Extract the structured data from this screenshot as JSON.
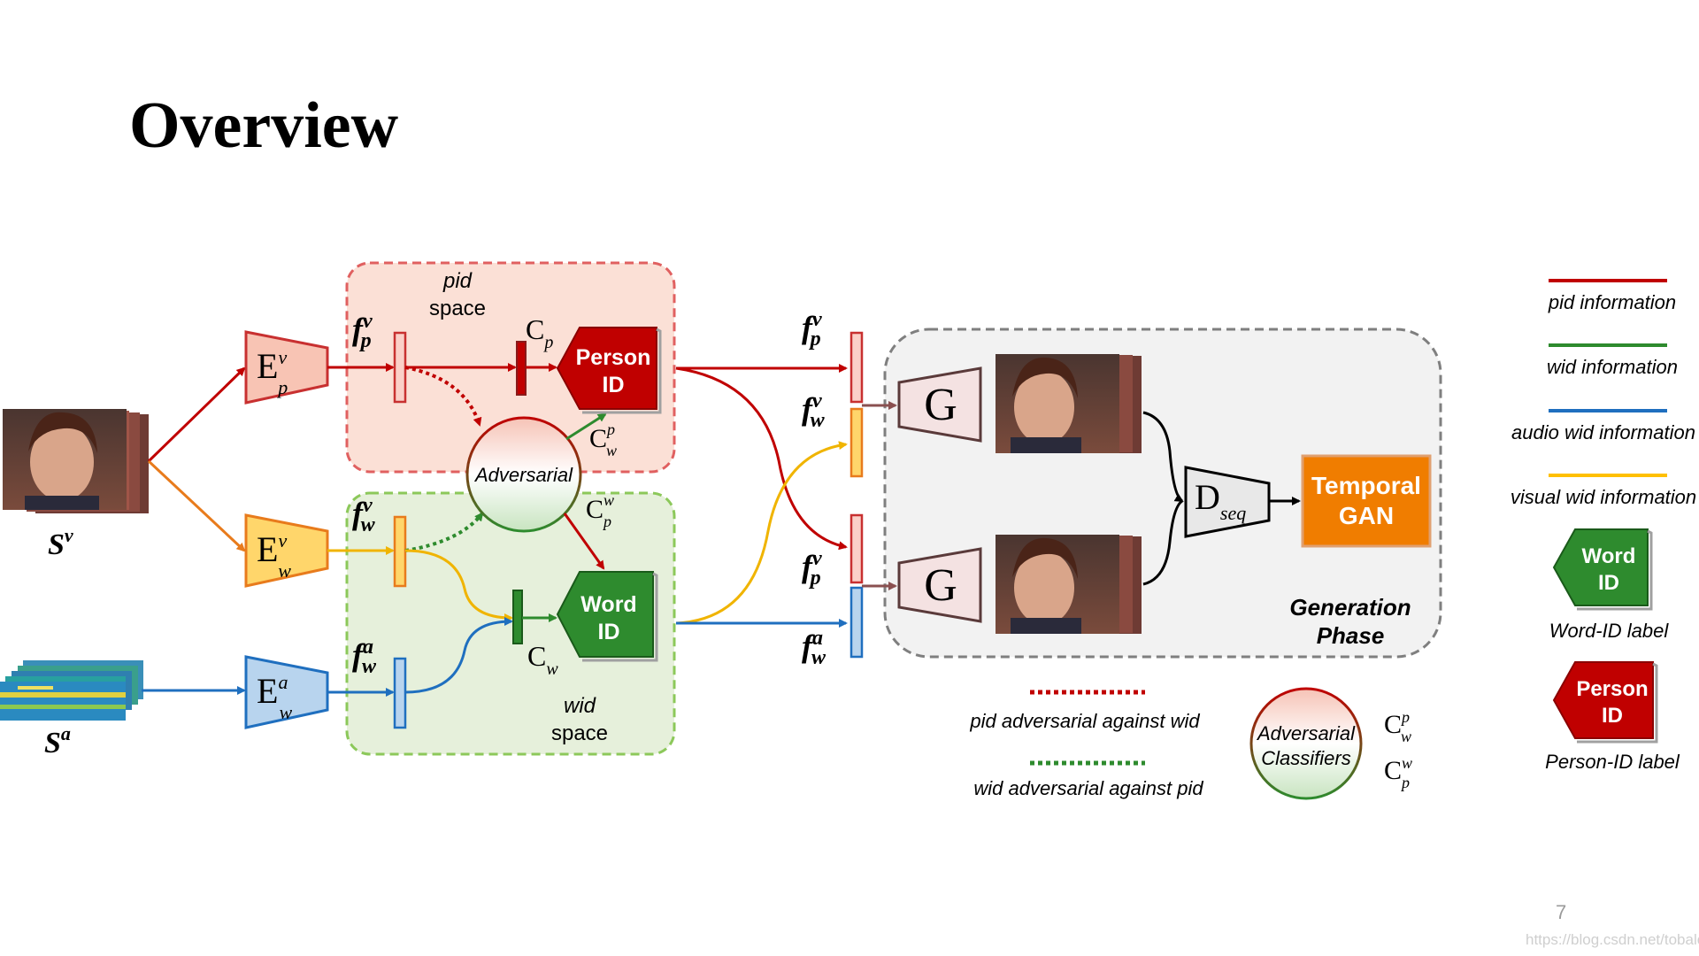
{
  "slide": {
    "title": "Overview",
    "page_number": "7",
    "watermark": "https://blog.csdn.net/tobale"
  },
  "inputs": {
    "video_label": "S",
    "video_label_sup": "v",
    "audio_label": "S",
    "audio_label_sup": "a"
  },
  "encoders": {
    "ep": {
      "main": "E",
      "sup": "v",
      "sub": "p"
    },
    "ewv": {
      "main": "E",
      "sup": "v",
      "sub": "w"
    },
    "ewa": {
      "main": "E",
      "sup": "a",
      "sub": "w"
    }
  },
  "features": {
    "fpv": {
      "main": "f",
      "sub": "p",
      "sup": "v"
    },
    "fwv": {
      "main": "f",
      "sub": "w",
      "sup": "v"
    },
    "fwa": {
      "main": "f",
      "sub": "w",
      "sup": "a"
    }
  },
  "spaces": {
    "pid_line1": "pid",
    "pid_line2": "space",
    "wid_line1": "wid",
    "wid_line2": "space"
  },
  "classifiers": {
    "cp": {
      "main": "C",
      "sub": "p"
    },
    "cw": {
      "main": "C",
      "sub": "w"
    },
    "cwp": {
      "main": "C",
      "sup": "p",
      "sub": "w"
    },
    "cpw": {
      "main": "C",
      "sup": "w",
      "sub": "p"
    }
  },
  "boxes": {
    "person_id_l1": "Person",
    "person_id_l2": "ID",
    "word_id_l1": "Word",
    "word_id_l2": "ID",
    "adversarial": "Adversarial"
  },
  "generation": {
    "g": "G",
    "d_main": "D",
    "d_sub": "seq",
    "temporal_l1": "Temporal",
    "temporal_l2": "GAN",
    "phase_l1": "Generation",
    "phase_l2": "Phase"
  },
  "legend": {
    "pid_info": "pid information",
    "wid_info": "wid information",
    "audio_wid": "audio wid information",
    "visual_wid": "visual wid information",
    "word_id_label": "Word-ID label",
    "person_id_label": "Person-ID label",
    "pid_adv": "pid adversarial against wid",
    "wid_adv": "wid adversarial against pid",
    "adv_class_l1": "Adversarial",
    "adv_class_l2": "Classifiers"
  },
  "colors": {
    "pid": "#c00000",
    "wid": "#2e8b2e",
    "audio": "#1f6fbf",
    "visual": "#ffc000",
    "person_box": "#c00000",
    "word_box": "#2e8b2e",
    "temporal": "#f07d00",
    "pid_space_fill": "#fbe0d6",
    "wid_space_fill": "#e6f0db",
    "gen_fill": "#f2f2f2"
  }
}
